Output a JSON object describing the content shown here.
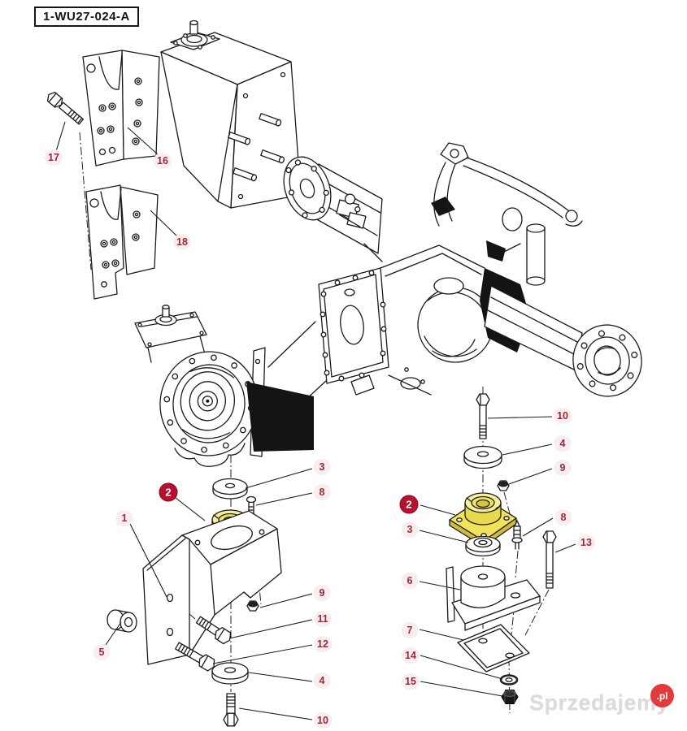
{
  "diagram": {
    "part_code": "1-WU27-024-A"
  },
  "callouts": [
    {
      "id": "17",
      "label": "17",
      "style": "plain"
    },
    {
      "id": "16",
      "label": "16",
      "style": "plain"
    },
    {
      "id": "18",
      "label": "18",
      "style": "plain"
    },
    {
      "id": "2-left",
      "label": "2",
      "style": "red-filled"
    },
    {
      "id": "3-left",
      "label": "3",
      "style": "plain"
    },
    {
      "id": "8-left",
      "label": "8",
      "style": "plain"
    },
    {
      "id": "1",
      "label": "1",
      "style": "plain"
    },
    {
      "id": "5",
      "label": "5",
      "style": "plain"
    },
    {
      "id": "9-left",
      "label": "9",
      "style": "plain"
    },
    {
      "id": "11",
      "label": "11",
      "style": "plain"
    },
    {
      "id": "12",
      "label": "12",
      "style": "plain"
    },
    {
      "id": "4-left",
      "label": "4",
      "style": "plain"
    },
    {
      "id": "10-left",
      "label": "10",
      "style": "plain"
    },
    {
      "id": "10-right",
      "label": "10",
      "style": "plain"
    },
    {
      "id": "4-right",
      "label": "4",
      "style": "plain"
    },
    {
      "id": "9-right",
      "label": "9",
      "style": "plain"
    },
    {
      "id": "2-right",
      "label": "2",
      "style": "red-filled"
    },
    {
      "id": "3-right",
      "label": "3",
      "style": "plain"
    },
    {
      "id": "8-right",
      "label": "8",
      "style": "plain"
    },
    {
      "id": "13",
      "label": "13",
      "style": "plain"
    },
    {
      "id": "6",
      "label": "6",
      "style": "plain"
    },
    {
      "id": "7",
      "label": "7",
      "style": "plain"
    },
    {
      "id": "14",
      "label": "14",
      "style": "plain"
    },
    {
      "id": "15",
      "label": "15",
      "style": "plain"
    }
  ],
  "watermark": {
    "name": "Sprzedajemy",
    "tld": ".pl"
  },
  "colors": {
    "highlight_yellow": "#F1E45C",
    "callout_badge_bg": "#F8EEF0",
    "callout_text": "#A32638",
    "callout_red_bg": "#B5122F",
    "callout_red_text": "#FFFFFF",
    "line_art": "#1A1A1A",
    "watermark_text": "#D9D9D9",
    "watermark_badge": "#E23B3C"
  }
}
